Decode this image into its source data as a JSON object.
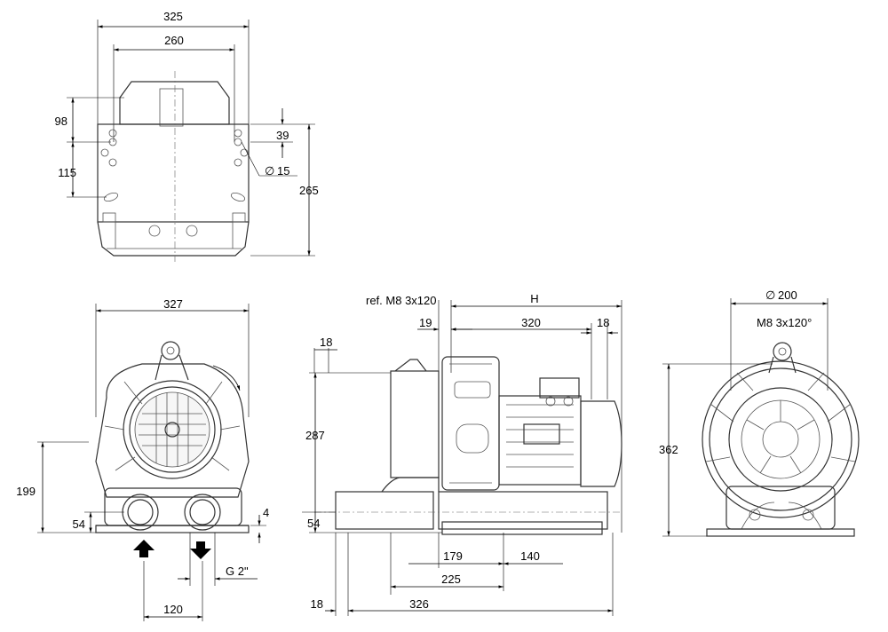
{
  "top_view": {
    "dim_overall_width": "325",
    "dim_hole_spacing": "260",
    "dim_98": "98",
    "dim_115": "115",
    "dim_39": "39",
    "dim_hole_dia": "15",
    "dim_height": "265"
  },
  "front_view": {
    "dim_width": "327",
    "dim_199": "199",
    "dim_54": "54",
    "dim_4": "4",
    "dim_thread": "G 2\"",
    "dim_port_spacing": "120"
  },
  "side_view": {
    "ref_bolt": "ref. M8 3x120",
    "dim_H": "H",
    "dim_19": "19",
    "dim_320": "320",
    "dim_18_right": "18",
    "dim_18_top": "18",
    "dim_287": "287",
    "dim_54": "54",
    "dim_179": "179",
    "dim_140": "140",
    "dim_225": "225",
    "dim_18_bottom": "18",
    "dim_326": "326"
  },
  "rear_view": {
    "dim_flange_dia": "200",
    "dim_bolts": "M8 3x120°",
    "dim_height": "362"
  }
}
